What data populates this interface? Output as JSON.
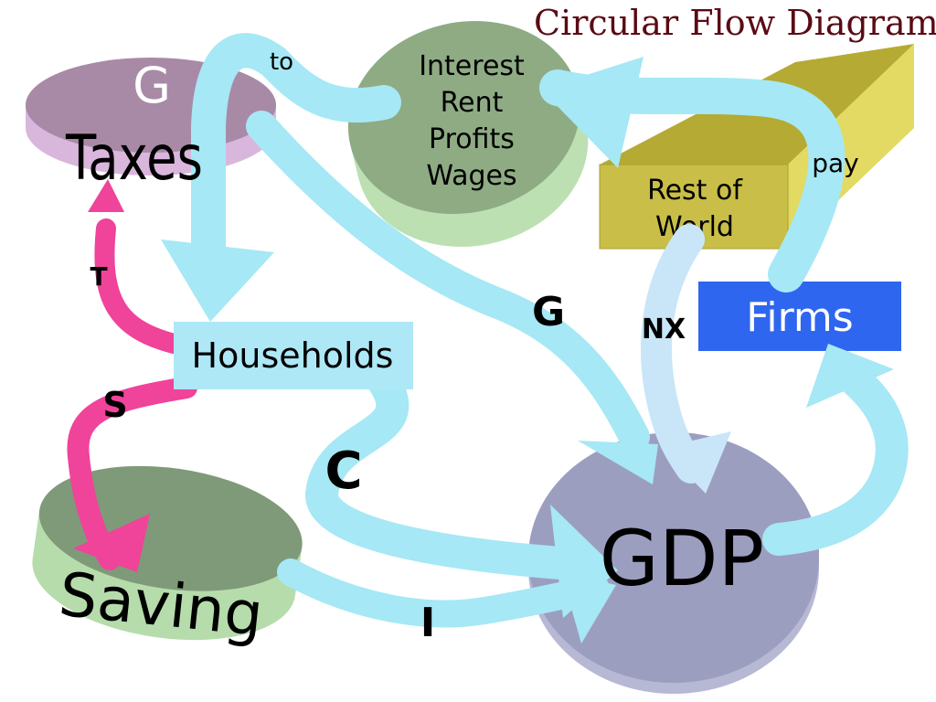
{
  "title": "Circular Flow Diagram",
  "nodes": {
    "government": {
      "letter": "G",
      "label": "Taxes"
    },
    "factor_payments": {
      "lines": [
        "Interest",
        "Rent",
        "Profits",
        "Wages"
      ]
    },
    "rest_of_world": {
      "lines": [
        "Rest of",
        "World"
      ]
    },
    "firms": {
      "label": "Firms"
    },
    "households": {
      "label": "Households"
    },
    "saving": {
      "label": "Saving"
    },
    "gdp": {
      "label": "GDP"
    }
  },
  "flows": {
    "to": "to",
    "pay": "pay",
    "government_spending": "G",
    "net_exports": "NX",
    "consumption": "C",
    "investment": "I",
    "taxes": "T",
    "saving": "S"
  },
  "colors": {
    "flow_arrow": "#a6e8f5",
    "nx_arrow": "#c8e6f7",
    "tax_saving_arrow": "#f0439a",
    "government_disk": "#a88aa6",
    "government_side": "#d9b6dc",
    "factor_disk": "#8fab84",
    "factor_side": "#bce0b2",
    "saving_disk": "#7f9a79",
    "saving_side": "#b6dcac",
    "gdp_disk": "#9c9ec0",
    "gdp_side": "#b6b8d4",
    "row_front": "#c9be48",
    "row_top": "#b5aa33",
    "row_side": "#e2da62",
    "firms_box": "#2f66f0",
    "households_box": "#aee8f7",
    "title": "#5a0a14"
  }
}
